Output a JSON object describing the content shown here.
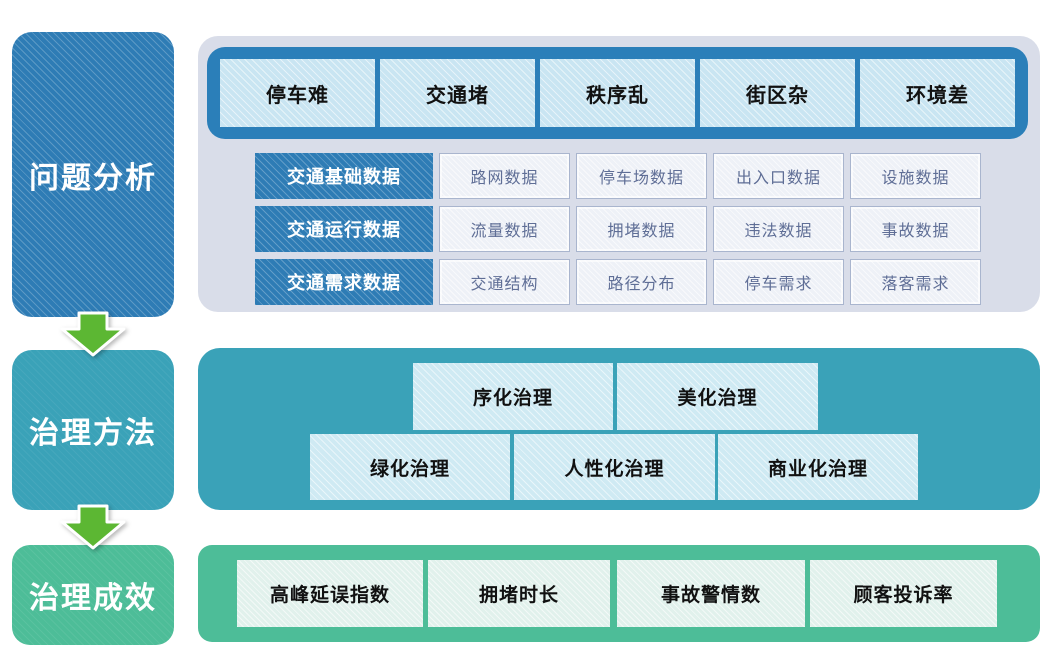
{
  "stages": [
    {
      "label": "问题分析"
    },
    {
      "label": "治理方法"
    },
    {
      "label": "治理成效"
    }
  ],
  "problem_analysis": {
    "problems": [
      "停车难",
      "交通堵",
      "秩序乱",
      "街区杂",
      "环境差"
    ],
    "data_rows": [
      {
        "header": "交通基础数据",
        "items": [
          "路网数据",
          "停车场数据",
          "出入口数据",
          "设施数据"
        ]
      },
      {
        "header": "交通运行数据",
        "items": [
          "流量数据",
          "拥堵数据",
          "违法数据",
          "事故数据"
        ]
      },
      {
        "header": "交通需求数据",
        "items": [
          "交通结构",
          "路径分布",
          "停车需求",
          "落客需求"
        ]
      }
    ]
  },
  "governance_methods": {
    "row1": [
      "序化治理",
      "美化治理"
    ],
    "row2": [
      "绿化治理",
      "人性化治理",
      "商业化治理"
    ]
  },
  "governance_results": {
    "metrics": [
      "高峰延误指数",
      "拥堵时长",
      "事故警情数",
      "顾客投诉率"
    ]
  },
  "colors": {
    "stage_blue": "#2e7cb5",
    "stage_teal": "#3aa2b8",
    "stage_green": "#4dbd98",
    "frame_blue": "#2b7fb9",
    "panel_gray": "#d9dde9",
    "light_blue_box": "#c9e5f2",
    "cell_text": "#5f6e96",
    "arrow_green": "#5cb733"
  }
}
